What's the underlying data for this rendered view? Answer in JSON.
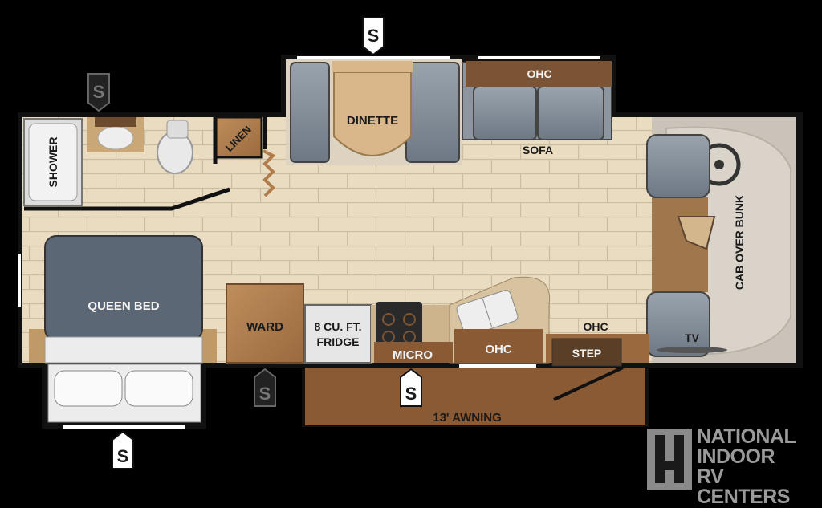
{
  "labels": {
    "shower": "SHOWER",
    "linen": "LINEN",
    "dinette": "DINETTE",
    "ohc_top": "OHC",
    "sofa": "SOFA",
    "cab_over_bunk": "CAB OVER BUNK",
    "queen_bed": "QUEEN BED",
    "ward": "WARD",
    "fridge_line1": "8 CU. FT.",
    "fridge_line2": "FRIDGE",
    "micro": "MICRO",
    "ohc_galley": "OHC",
    "ohc_right": "OHC",
    "step": "STEP",
    "tv": "TV",
    "awning": "13' AWNING"
  },
  "slide_marker": "S",
  "logo": {
    "line1": "NATIONAL",
    "line2": "INDOOR",
    "line3": "RV CENTERS"
  },
  "colors": {
    "floor": "#e9dcc1",
    "wood": "#b07c4c",
    "dark_wood": "#7a5434",
    "upholstery": "#7a8592",
    "bed": "#5b6775",
    "wall": "#111111"
  }
}
